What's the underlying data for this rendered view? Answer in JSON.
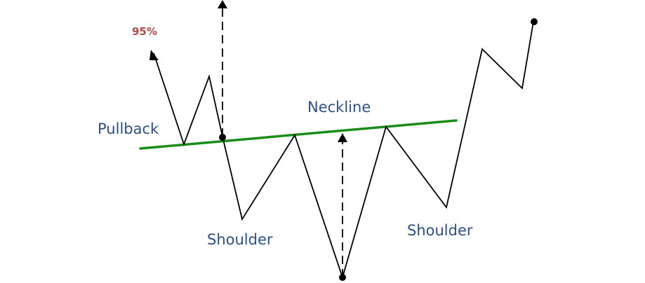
{
  "labels": {
    "percent": "95%",
    "pullback": "Pullback",
    "neckline": "Neckline",
    "left_shoulder": "Shoulder",
    "right_shoulder": "Shoulder"
  },
  "colors": {
    "price_line": "#000000",
    "neckline": "#1a8c1a",
    "label_text": "#2f4f8a",
    "percent_text": "#b04a4a"
  }
}
